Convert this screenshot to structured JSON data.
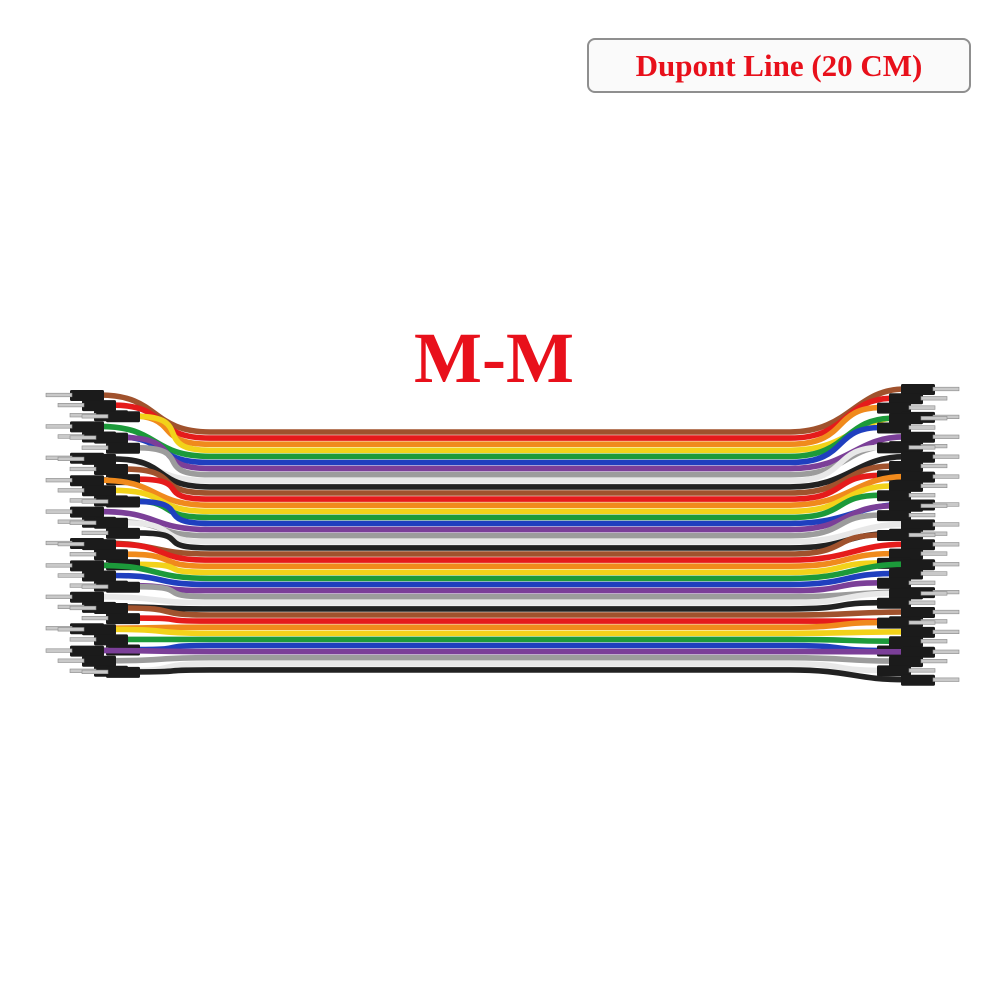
{
  "badge": {
    "text": "Dupont Line (20 CM)",
    "color": "#e8101b"
  },
  "type_label": {
    "text": "M-M",
    "color": "#e8101b"
  },
  "cable": {
    "description_icon": "ribbon-cable-icon",
    "wire_colors": [
      "#a0522d",
      "#e51b1b",
      "#f08a1c",
      "#f2d21a",
      "#1c9a3a",
      "#1f3fbf",
      "#7b3f98",
      "#9c9c9c",
      "#e8e8e8",
      "#222222"
    ],
    "wire_count": 40
  }
}
